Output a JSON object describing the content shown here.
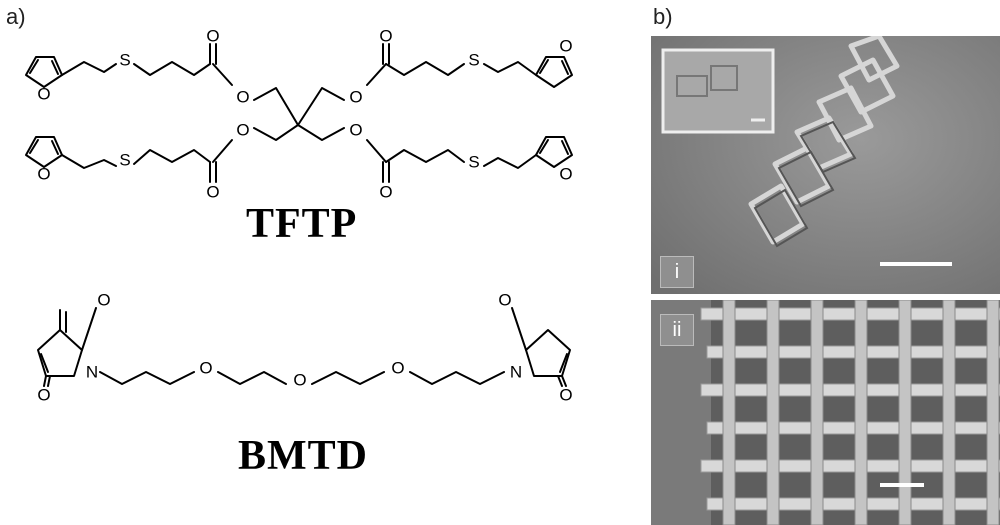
{
  "panel_a": {
    "label": "a)"
  },
  "panel_b": {
    "label": "b)"
  },
  "molecules": {
    "top_name": "TFTP",
    "bottom_name": "BMTD"
  },
  "atoms": {
    "oxygen": "O",
    "sulfur": "S",
    "nitrogen": "N"
  },
  "micrographs": {
    "top_badge": "i",
    "bottom_badge": "ii"
  },
  "colors": {
    "sem_top_bg": "#8a8a8a",
    "sem_bottom_bg": "#6c6c6c",
    "lattice": "#d8d8d8"
  }
}
